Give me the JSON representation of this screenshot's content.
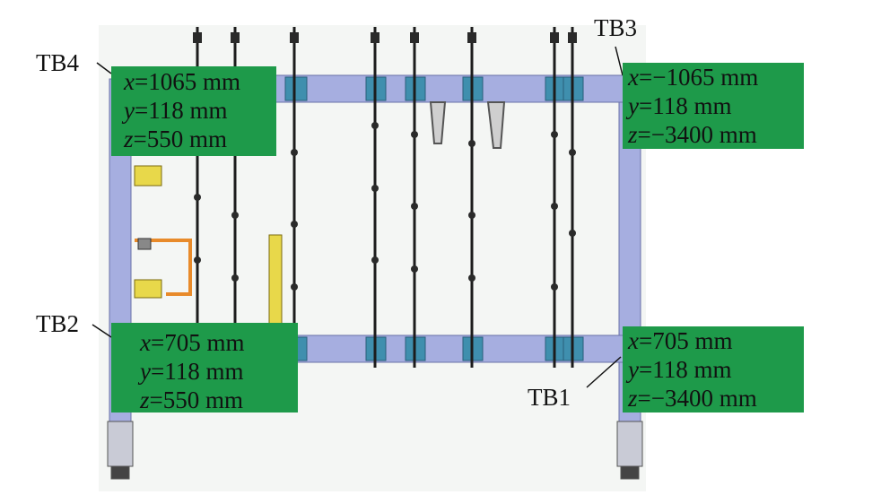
{
  "labels": {
    "tb1": "TB1",
    "tb2": "TB2",
    "tb3": "TB3",
    "tb4": "TB4"
  },
  "boxes": {
    "tb4": {
      "x": "1065 mm",
      "y": "118 mm",
      "z": "550 mm"
    },
    "tb3": {
      "x": "−1065 mm",
      "y": "118 mm",
      "z": "−3400 mm"
    },
    "tb2": {
      "x": "705 mm",
      "y": "118 mm",
      "z": "550 mm"
    },
    "tb1": {
      "x": "705 mm",
      "y": "118 mm",
      "z": "−3400 mm"
    }
  },
  "colors": {
    "box_fill": "#1e9a4a",
    "frame": "#a6aee0",
    "frame_edge": "#6a72a8",
    "yellow": "#e8d84a",
    "orange": "#e88a2a"
  }
}
